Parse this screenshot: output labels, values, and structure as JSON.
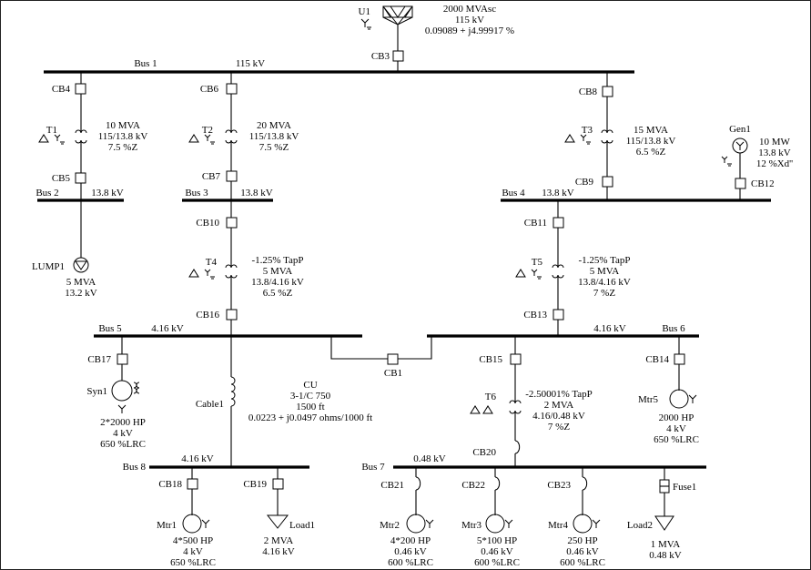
{
  "utility": {
    "id": "U1",
    "lines": [
      "2000 MVAsc",
      "115 kV",
      "0.09089 + j4.99917 %"
    ]
  },
  "buses": {
    "bus1": {
      "name": "Bus 1",
      "kv": "115 kV"
    },
    "bus2": {
      "name": "Bus 2",
      "kv": "13.8 kV"
    },
    "bus3": {
      "name": "Bus 3",
      "kv": "13.8 kV"
    },
    "bus4": {
      "name": "Bus 4",
      "kv": "13.8 kV"
    },
    "bus5": {
      "name": "Bus 5",
      "kv": "4.16 kV"
    },
    "bus6": {
      "name": "Bus 6",
      "kv": "4.16 kV"
    },
    "bus7": {
      "name": "Bus 7",
      "kv": "0.48 kV"
    },
    "bus8": {
      "name": "Bus 8",
      "kv": "4.16 kV"
    }
  },
  "breakers": {
    "cb1": "CB1",
    "cb3": "CB3",
    "cb4": "CB4",
    "cb5": "CB5",
    "cb6": "CB6",
    "cb7": "CB7",
    "cb8": "CB8",
    "cb9": "CB9",
    "cb10": "CB10",
    "cb11": "CB11",
    "cb12": "CB12",
    "cb13": "CB13",
    "cb14": "CB14",
    "cb15": "CB15",
    "cb16": "CB16",
    "cb17": "CB17",
    "cb18": "CB18",
    "cb19": "CB19",
    "cb20": "CB20",
    "cb21": "CB21",
    "cb22": "CB22",
    "cb23": "CB23"
  },
  "transformers": {
    "t1": {
      "id": "T1",
      "lines": [
        "10 MVA",
        "115/13.8 kV",
        "7.5 %Z"
      ]
    },
    "t2": {
      "id": "T2",
      "lines": [
        "20 MVA",
        "115/13.8 kV",
        "7.5 %Z"
      ]
    },
    "t3": {
      "id": "T3",
      "lines": [
        "15 MVA",
        "115/13.8 kV",
        "6.5 %Z"
      ]
    },
    "t4": {
      "id": "T4",
      "lines": [
        "-1.25% TapP",
        "5 MVA",
        "13.8/4.16 kV",
        "6.5 %Z"
      ]
    },
    "t5": {
      "id": "T5",
      "lines": [
        "-1.25% TapP",
        "5 MVA",
        "13.8/4.16 kV",
        "7 %Z"
      ]
    },
    "t6": {
      "id": "T6",
      "lines": [
        "-2.50001% TapP",
        "2 MVA",
        "4.16/0.48 kV",
        "7 %Z"
      ]
    }
  },
  "generator": {
    "id": "Gen1",
    "lines": [
      "10 MW",
      "13.8 kV",
      "12 %Xd''"
    ]
  },
  "lump": {
    "id": "LUMP1",
    "lines": [
      "5 MVA",
      "13.2 kV"
    ]
  },
  "syn1": {
    "id": "Syn1",
    "lines": [
      "2*2000 HP",
      "4 kV",
      "650 %LRC"
    ]
  },
  "mtr5": {
    "id": "Mtr5",
    "lines": [
      "2000 HP",
      "4 kV",
      "650 %LRC"
    ]
  },
  "cable": {
    "id": "Cable1",
    "lines": [
      "CU",
      "3-1/C 750",
      "1500 ft",
      "0.0223 + j0.0497 ohms/1000 ft"
    ]
  },
  "mtr1": {
    "id": "Mtr1",
    "lines": [
      "4*500 HP",
      "4 kV",
      "650 %LRC"
    ]
  },
  "load1": {
    "id": "Load1",
    "lines": [
      "2 MVA",
      "4.16 kV"
    ]
  },
  "mtr2": {
    "id": "Mtr2",
    "lines": [
      "4*200 HP",
      "0.46 kV",
      "600 %LRC"
    ]
  },
  "mtr3": {
    "id": "Mtr3",
    "lines": [
      "5*100 HP",
      "0.46 kV",
      "600 %LRC"
    ]
  },
  "mtr4": {
    "id": "Mtr4",
    "lines": [
      "250 HP",
      "0.46 kV",
      "600 %LRC"
    ]
  },
  "fuse": {
    "id": "Fuse1"
  },
  "load2": {
    "id": "Load2",
    "lines": [
      "1 MVA",
      "0.48 kV"
    ]
  }
}
